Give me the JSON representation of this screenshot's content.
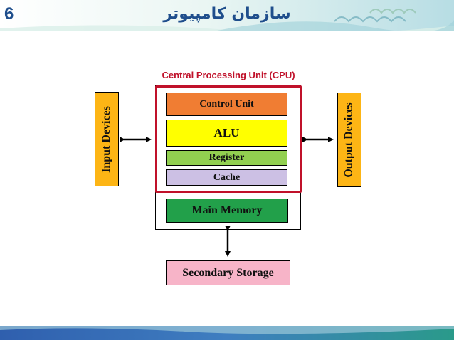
{
  "slide": {
    "number": "6",
    "title": "سازمان کامپیوتر"
  },
  "diagram": {
    "cpu_label": "Central Processing Unit (CPU)",
    "input_devices": "Input Devices",
    "output_devices": "Output Devices",
    "control_unit": "Control Unit",
    "alu": "ALU",
    "register": "Register",
    "cache": "Cache",
    "main_memory": "Main Memory",
    "secondary_storage": "Secondary Storage"
  },
  "colors": {
    "title": "#1f4e8c",
    "cpu_frame": "#c0112a",
    "input_output": "#fdb515",
    "control_unit": "#f07d33",
    "alu": "#ffff00",
    "register": "#92d050",
    "cache": "#ccc0e4",
    "main_memory": "#22a04a",
    "secondary_storage": "#f7b4c8",
    "header_band": "#7fc3d3",
    "footer_band": "#2f5fae"
  }
}
